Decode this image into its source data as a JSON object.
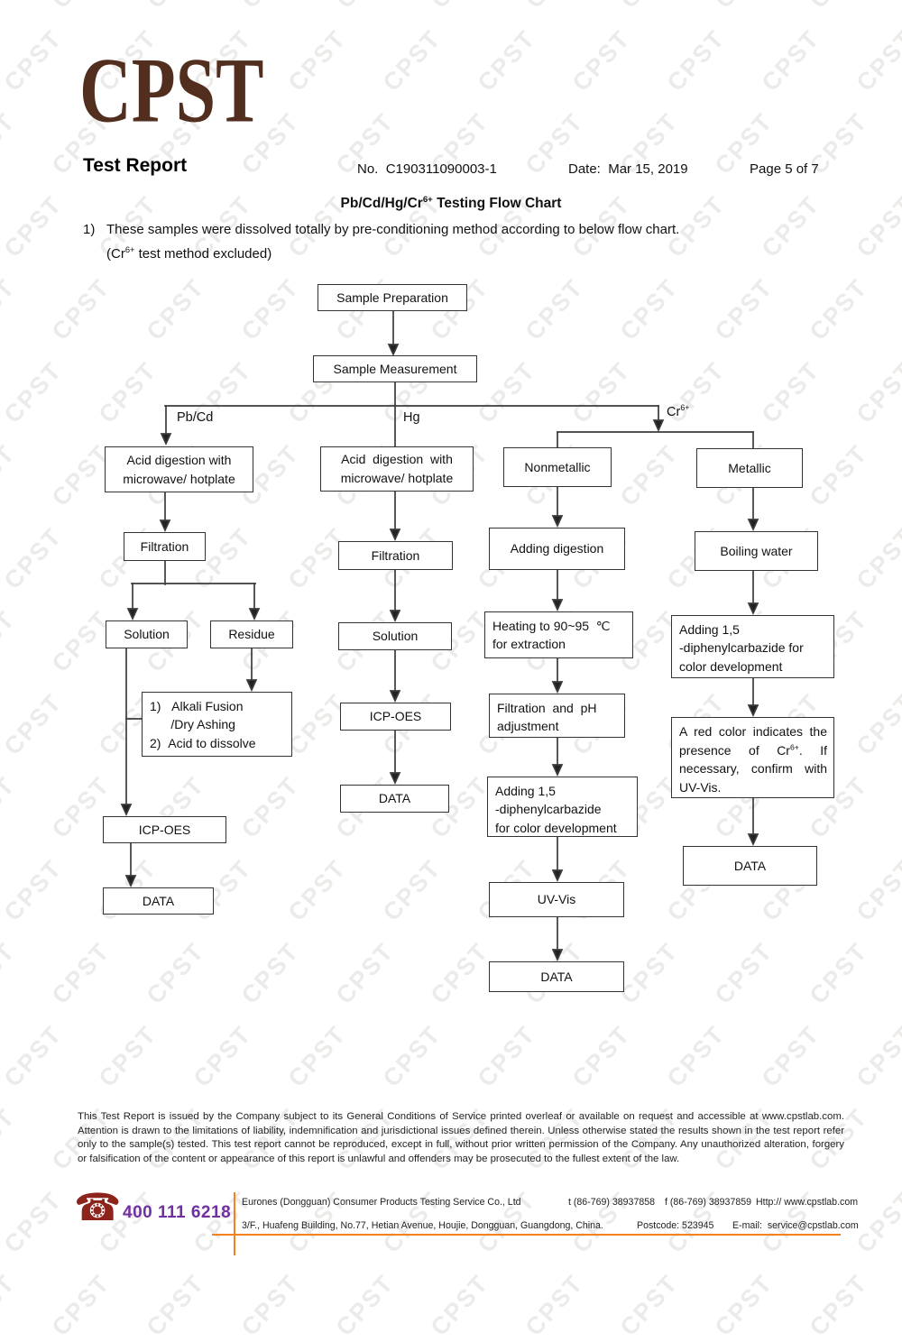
{
  "watermark": {
    "text": "CPST"
  },
  "header": {
    "logo": "CPST",
    "title": "Test Report",
    "no_label": "No.",
    "no_value": "C190311090003-1",
    "date_label": "Date:",
    "date_value": "Mar 15, 2019",
    "page_label": "Page 5 of 7"
  },
  "doc": {
    "title_pre": "Pb/Cd/Hg/Cr",
    "title_sup": "6+",
    "title_post": " Testing Flow Chart",
    "item_no": "1)",
    "item_text": "These samples were dissolved totally by pre-conditioning method according to below flow chart.",
    "note_pre": "(Cr",
    "note_sup": "6+",
    "note_post": " test method excluded)"
  },
  "flowchart": {
    "labels": {
      "pbcd": "Pb/Cd",
      "hg": "Hg",
      "cr_pre": "Cr",
      "cr_sup": "6+"
    },
    "nodes": {
      "sample_preparation": "Sample Preparation",
      "sample_measurement": "Sample Measurement",
      "acid_digestion_left": "Acid digestion with\nmicrowave/ hotplate",
      "acid_digestion_mid": "Acid  digestion  with\nmicrowave/ hotplate",
      "nonmetallic": "Nonmetallic",
      "metallic": "Metallic",
      "filtration_left": "Filtration",
      "filtration_mid": "Filtration",
      "solution_left": "Solution",
      "residue": "Residue",
      "alkali": "1)   Alkali Fusion\n      /Dry Ashing\n2)  Acid to dissolve",
      "icp_oes_left": "ICP-OES",
      "data_left": "DATA",
      "solution_mid": "Solution",
      "icp_oes_mid": "ICP-OES",
      "data_mid": "DATA",
      "adding_digestion": "Adding digestion",
      "heating": "Heating to 90~95  ℃\nfor extraction",
      "filtration_ph": "Filtration  and  pH\nadjustment",
      "adding_dpc_nonmet": "Adding 1,5\n-diphenylcarbazide\nfor color development",
      "uv_vis": "UV-Vis",
      "data_nonmet": "DATA",
      "boiling_water": "Boiling water",
      "adding_dpc_met": "Adding 1,5\n-diphenylcarbazide for\ncolor development",
      "red_color_pre": "A red color indicates the presence of Cr",
      "red_color_sup": "6+",
      "red_color_post": ". If necessary, confirm with UV-Vis.",
      "data_met": "DATA"
    }
  },
  "legal": "This Test Report is issued by the Company subject to its General Conditions of Service printed overleaf or available on request and accessible at www.cpstlab.com. Attention is drawn to the limitations of liability, indemnification and jurisdictional issues defined therein. Unless otherwise stated the results shown in the test report refer only to the sample(s) tested. This test report cannot be reproduced, except in full, without prior written permission of the Company. Any unauthorized alteration, forgery or falsification of the content or appearance of this report is unlawful and offenders may be prosecuted to the fullest extent of the law.",
  "footer": {
    "hotline": "400 111 6218",
    "company": "Eurones (Dongguan) Consumer Products Testing Service Co., Ltd",
    "tel": "t (86-769) 38937858",
    "fax": "f (86-769) 38937859",
    "web": "Http:// www.cpstlab.com",
    "address": "3/F., Huafeng Building, No.77, Hetian Avenue, Houjie, Dongguan, Guangdong, China.",
    "postcode": "Postcode: 523945",
    "email": "E-mail:  service@cpstlab.com"
  },
  "colors": {
    "brand_brown": "#512e1d",
    "hotline_purple": "#7030a0",
    "accent_orange": "#f5821f",
    "phone_icon_maroon": "#8c241c"
  }
}
